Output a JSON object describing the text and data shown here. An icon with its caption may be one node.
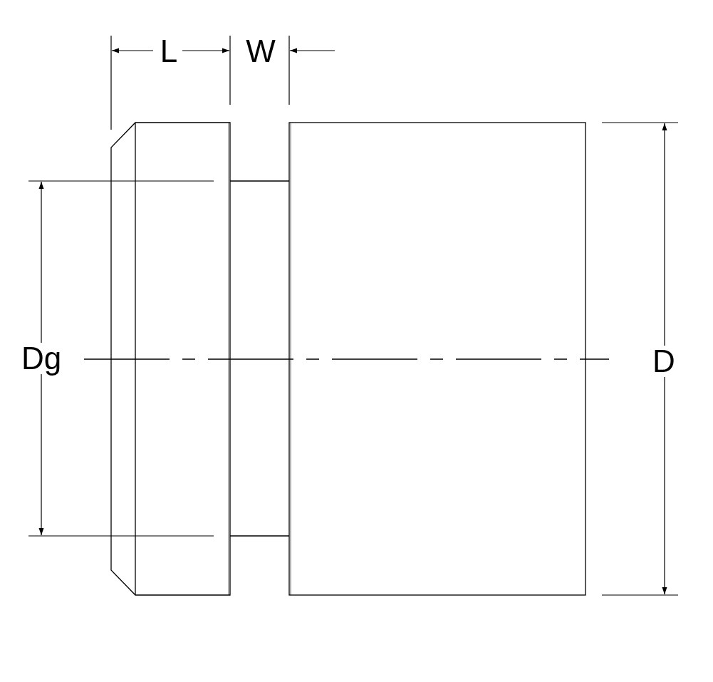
{
  "diagram": {
    "labels": [
      "L",
      "W",
      "Dg",
      "D"
    ]
  }
}
